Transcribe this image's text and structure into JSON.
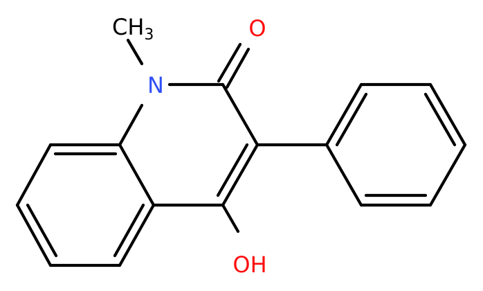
{
  "molecule": {
    "labels": {
      "methyl": "CH",
      "methyl_subscript": "3",
      "nitrogen": "N",
      "carbonyl_oxygen": "O",
      "hydroxyl": "OH"
    },
    "colors": {
      "bond": "#000000",
      "nitrogen": "#3050f8",
      "oxygen": "#ff0d0d",
      "carbon_label": "#000000"
    }
  }
}
